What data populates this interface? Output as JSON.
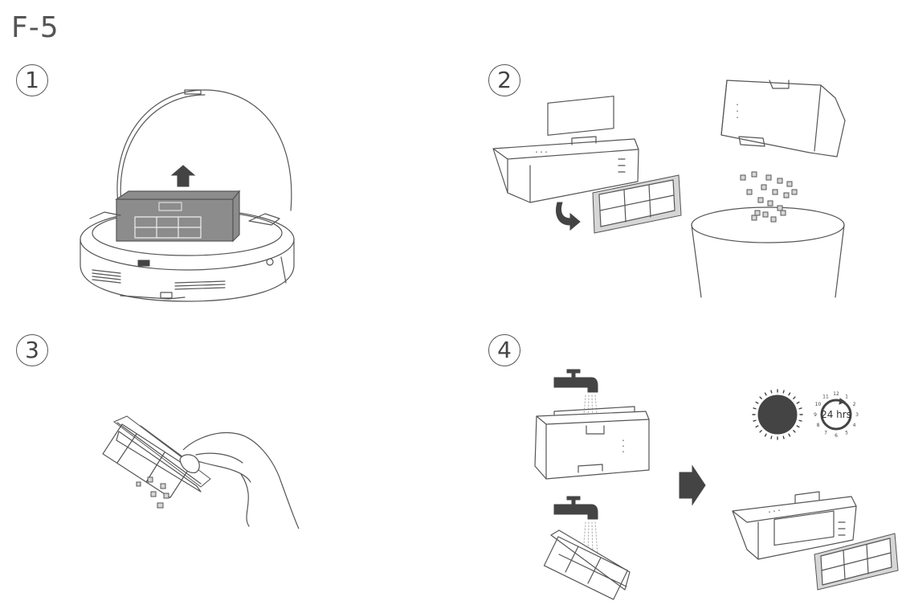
{
  "title": "F-5",
  "steps": [
    {
      "label": "1"
    },
    {
      "label": "2"
    },
    {
      "label": "3"
    },
    {
      "label": "4"
    }
  ],
  "timer": {
    "text": "24 hrs"
  },
  "clock_numbers": [
    "12",
    "1",
    "2",
    "3",
    "4",
    "5",
    "6",
    "7",
    "8",
    "9",
    "10",
    "11"
  ]
}
